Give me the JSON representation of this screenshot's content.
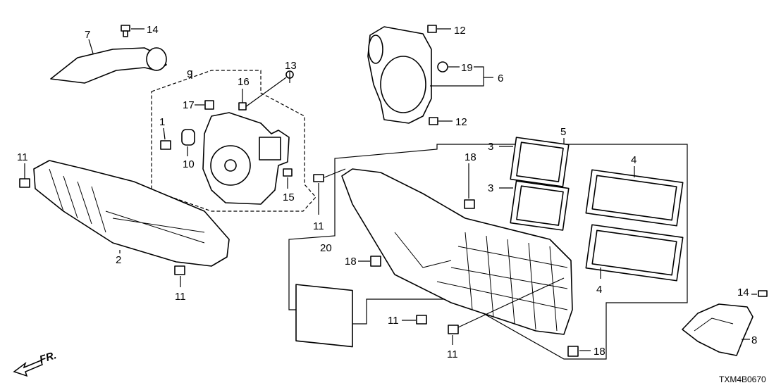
{
  "diagram": {
    "callouts": [
      "7",
      "14",
      "9",
      "13",
      "16",
      "17",
      "1",
      "10",
      "15",
      "11",
      "2",
      "11",
      "12",
      "19",
      "6",
      "12",
      "5",
      "3",
      "3",
      "4",
      "4",
      "18",
      "11",
      "20",
      "18",
      "11",
      "11",
      "18",
      "14",
      "8"
    ],
    "front_indicator": "FR.",
    "diagram_code": "TXM4B0670"
  }
}
